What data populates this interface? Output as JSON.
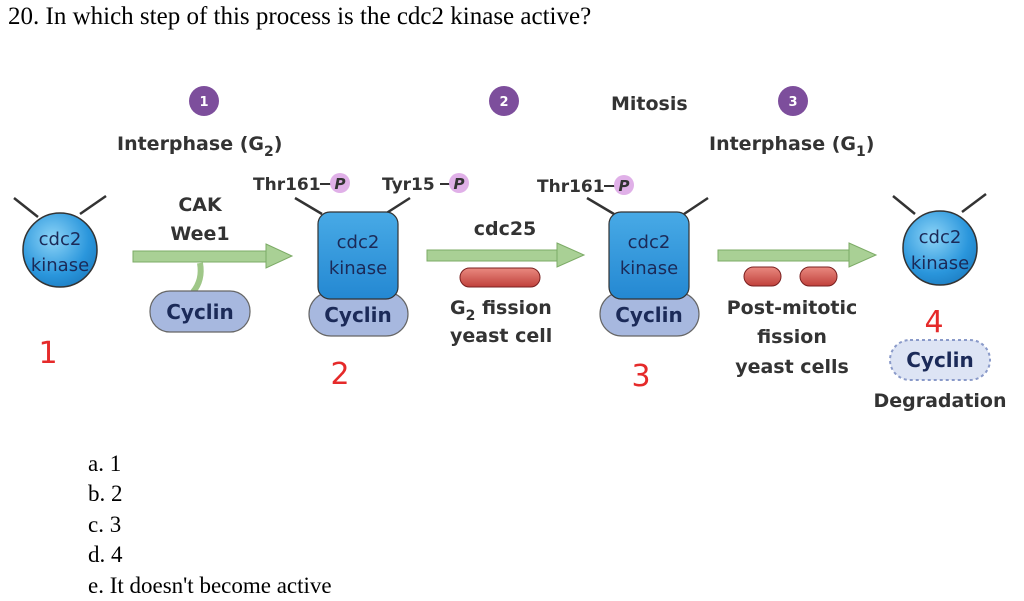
{
  "question": {
    "text": "20.  In which step of this process is the cdc2 kinase active?"
  },
  "options": [
    "a. 1",
    "b. 2",
    "c. 3",
    "d. 4",
    "e. It doesn't become active"
  ],
  "diagram": {
    "stages": [
      {
        "badge": "1",
        "title": "Interphase (G",
        "sub": "2",
        "close": ")"
      },
      {
        "badge": "2",
        "title": "",
        "sub": "",
        "close": ""
      },
      {
        "badge": "3",
        "title": "Interphase (G",
        "sub": "1",
        "close": ")"
      }
    ],
    "mitosis_label": "Mitosis",
    "kinase_line1": "cdc2",
    "kinase_line2": "kinase",
    "cyclin_label": "Cyclin",
    "enzymes_step1": [
      "CAK",
      "Wee1"
    ],
    "enzyme_step2": "cdc25",
    "phospho_sites": [
      "Thr161",
      "Tyr15",
      "Thr161"
    ],
    "phospho_mark": "P",
    "cell_labels": {
      "g2_main": "G",
      "g2_sub": "2",
      "g2_rest": " fission",
      "g2_line2": "yeast cell",
      "post_line1": "Post-mitotic",
      "post_line2": "fission",
      "post_line3": "yeast cells"
    },
    "degradation_label": "Degradation",
    "step_numbers": [
      "1",
      "2",
      "3",
      "4"
    ],
    "colors": {
      "badge": "#7d4e9c",
      "kinase_sphere": "#3aa0e0",
      "kinase_square": "#2b92dc",
      "cyclin": "#a7b8df",
      "arrow": "#9fc788",
      "cell": "#d05050",
      "phospho": "#e0b0e8",
      "step_number": "#e52a2a"
    }
  }
}
